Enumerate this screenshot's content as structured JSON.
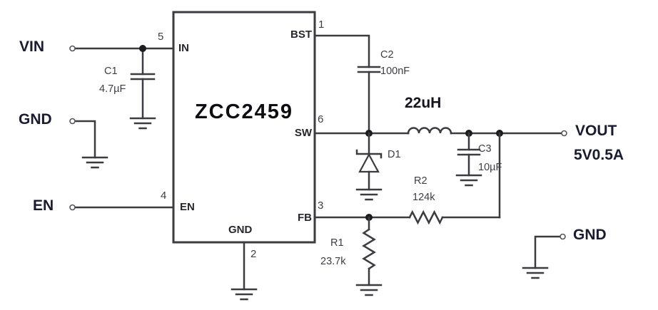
{
  "ic": {
    "name": "ZCC2459",
    "pin_in": {
      "number": "5",
      "label": "IN"
    },
    "pin_en": {
      "number": "4",
      "label": "EN"
    },
    "pin_gnd": {
      "number": "2",
      "label": "GND"
    },
    "pin_bst": {
      "number": "1",
      "label": "BST"
    },
    "pin_sw": {
      "number": "6",
      "label": "SW"
    },
    "pin_fb": {
      "number": "3",
      "label": "FB"
    }
  },
  "terminals": {
    "vin": "VIN",
    "gnd_left": "GND",
    "en": "EN",
    "vout": "VOUT",
    "vout_rating": "5V0.5A",
    "gnd_right": "GND"
  },
  "components": {
    "c1": {
      "ref": "C1",
      "value": "4.7µF"
    },
    "c2": {
      "ref": "C2",
      "value": "100nF"
    },
    "c3": {
      "ref": "C3",
      "value": "10µF"
    },
    "l1": {
      "value": "22uH"
    },
    "d1": {
      "ref": "D1"
    },
    "r1": {
      "ref": "R1",
      "value": "23.7k"
    },
    "r2": {
      "ref": "R2",
      "value": "124k"
    }
  },
  "colors": {
    "background": "#ffffff",
    "wire": "#3b3b40",
    "terminal_text": "#1a1a30",
    "ic_name_text": "#0d0d12",
    "component_text": "#3d3d44"
  }
}
